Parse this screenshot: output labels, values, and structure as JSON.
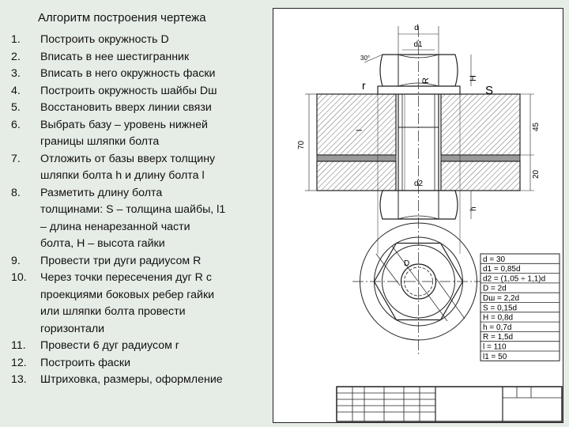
{
  "title": "Алгоритм построения чертежа",
  "steps": [
    {
      "num": "1.",
      "lines": [
        "Построить окружность D"
      ]
    },
    {
      "num": "2.",
      "lines": [
        "Вписать в нее шестигранник"
      ]
    },
    {
      "num": "3.",
      "lines": [
        "Вписать в него окружность фаски"
      ]
    },
    {
      "num": "4.",
      "lines": [
        "Построить окружность шайбы Dш"
      ]
    },
    {
      "num": "5.",
      "lines": [
        "Восстановить вверх линии связи"
      ]
    },
    {
      "num": "6.",
      "lines": [
        "Выбрать базу – уровень нижней",
        "границы шляпки болта"
      ]
    },
    {
      "num": "7.",
      "lines": [
        "Отложить от базы вверх толщину",
        "шляпки болта h и длину болта l"
      ]
    },
    {
      "num": "8.",
      "lines": [
        "Разметить длину болта",
        "толщинами: S – толщина шайбы, l1",
        "– длина ненарезанной части",
        "болта, H – высота гайки"
      ]
    },
    {
      "num": "9.",
      "lines": [
        "Провести три дуги радиусом R"
      ]
    },
    {
      "num": "10.",
      "lines": [
        "Через точки пересечения дуг R с",
        "проекциями боковых ребер гайки",
        "или шляпки болта провести",
        "горизонтали"
      ]
    },
    {
      "num": "11.",
      "lines": [
        "Провести 6 дуг радиусом r"
      ]
    },
    {
      "num": "12.",
      "lines": [
        "Построить фаски"
      ]
    },
    {
      "num": "13.",
      "lines": [
        "Штриховка, размеры, оформление"
      ]
    }
  ],
  "drawing": {
    "dims": {
      "d": "d",
      "d1": "d1",
      "d2": "d2",
      "D": "D",
      "angle": "30°",
      "r": "r",
      "R": "R",
      "H": "H",
      "S": "S",
      "h": "h",
      "l": "l",
      "v70": "70",
      "v45": "45",
      "v20": "20"
    },
    "params": [
      "d = 30",
      "d1 = 0,85d",
      "d2 = (1,05 ÷ 1,1)d",
      "D = 2d",
      "Dш = 2,2d",
      "S = 0,15d",
      "H = 0,8d",
      "h = 0,7d",
      "R = 1,5d",
      "l = 110",
      "l1 = 50"
    ]
  }
}
